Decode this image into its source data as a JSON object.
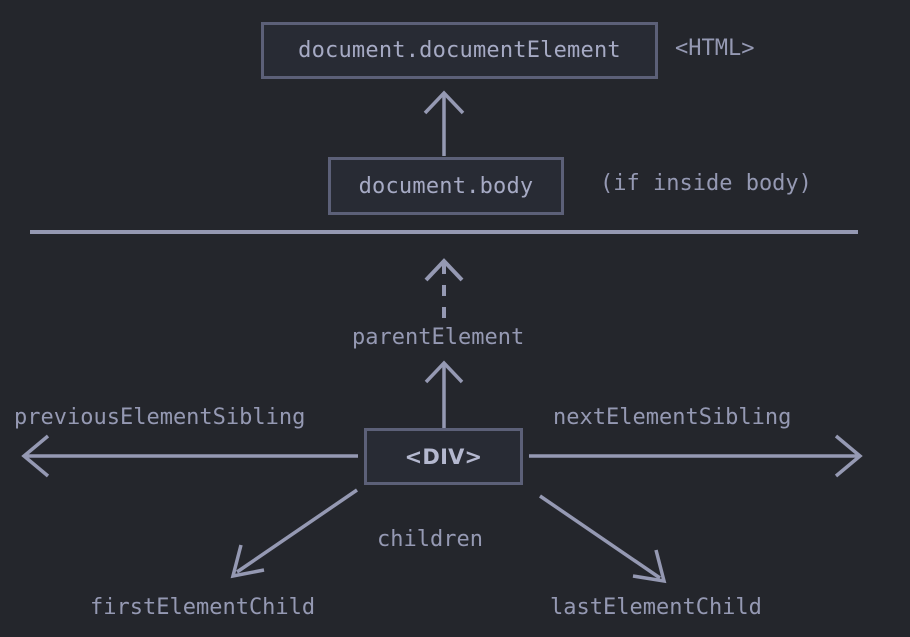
{
  "diagram": {
    "title": "DOM element navigation properties",
    "background_color": "#24262c",
    "line_color": "#9599b3",
    "box_border_color": "#5c6078",
    "box_fill_color": "#282b34",
    "text_color": "#a6aac4"
  },
  "nodes": {
    "document_element": {
      "label": "document.documentElement",
      "tag_note": "<HTML>"
    },
    "document_body": {
      "label": "document.body",
      "condition_note": "(if inside body)"
    },
    "current_element": {
      "label": "<DIV>"
    }
  },
  "edges": {
    "parent_element": "parentElement",
    "previous_element_sibling": "previousElementSibling",
    "next_element_sibling": "nextElementSibling",
    "children": "children",
    "first_element_child": "firstElementChild",
    "last_element_child": "lastElementChild"
  }
}
